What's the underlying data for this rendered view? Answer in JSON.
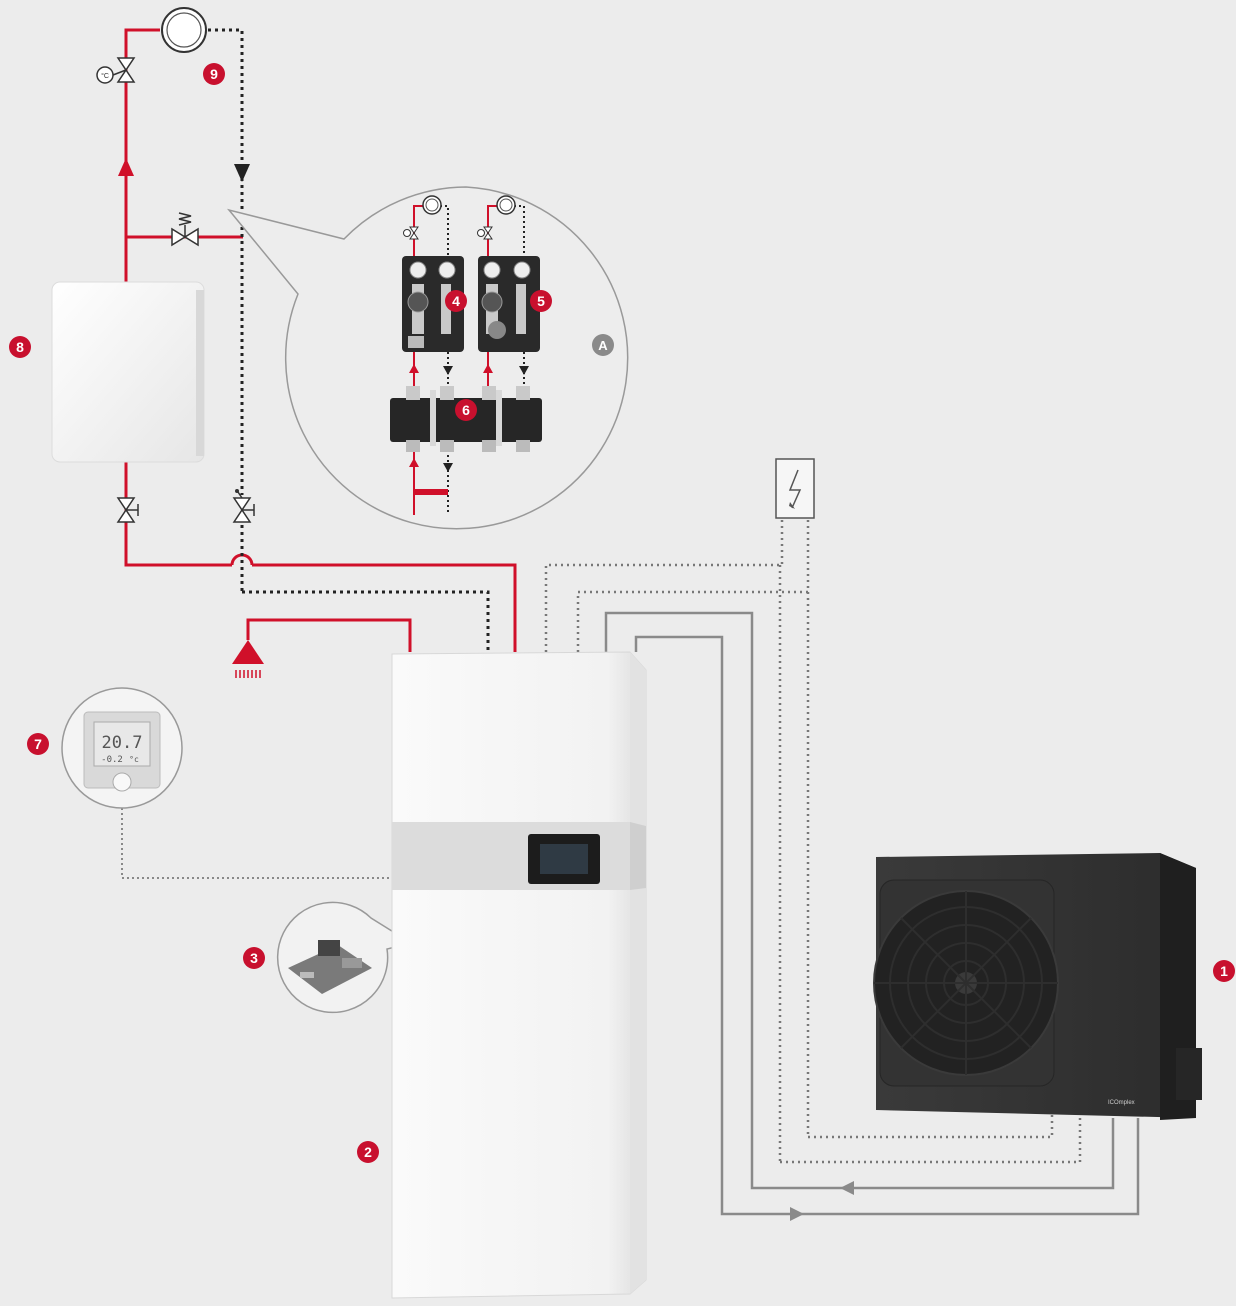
{
  "colors": {
    "background": "#ececec",
    "flow_red": "#d0102a",
    "return_black": "#222222",
    "signal_gray": "#888888",
    "badge_red": "#c8102e",
    "badge_gray": "#8a8a8a"
  },
  "badges": [
    {
      "id": "1",
      "label": "1",
      "name": "outdoor-heat-pump"
    },
    {
      "id": "2",
      "label": "2",
      "name": "indoor-unit"
    },
    {
      "id": "3",
      "label": "3",
      "name": "control-board"
    },
    {
      "id": "4",
      "label": "4",
      "name": "pump-group-direct"
    },
    {
      "id": "5",
      "label": "5",
      "name": "pump-group-mixed"
    },
    {
      "id": "6",
      "label": "6",
      "name": "manifold"
    },
    {
      "id": "7",
      "label": "7",
      "name": "room-thermostat"
    },
    {
      "id": "8",
      "label": "8",
      "name": "boiler"
    },
    {
      "id": "9",
      "label": "9",
      "name": "circulation-pump"
    },
    {
      "id": "A",
      "label": "A",
      "name": "detail-callout"
    }
  ],
  "thermostat": {
    "temperature": "20.7",
    "offset": "-0.2",
    "unit": "°c"
  },
  "heat_pump": {
    "brand": "ICOmplex"
  },
  "icons": {
    "electric_supply": "lightning-bolt-icon",
    "circulation_pump": "pump-circle-icon",
    "valve": "valve-bowtie-icon",
    "thermostatic_valve": "thermostatic-valve-icon",
    "relief_valve": "spring-relief-valve-icon",
    "fan": "fan-grille-icon"
  }
}
